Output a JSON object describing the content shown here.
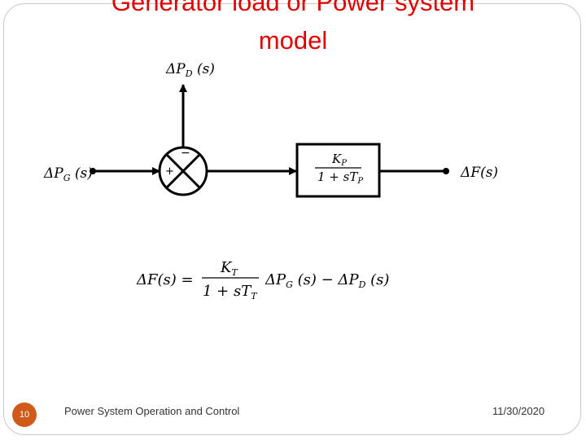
{
  "title": {
    "line1": "Generator load or Power system",
    "line2": "model"
  },
  "diagram": {
    "input_left": {
      "prefix": "ΔP",
      "sub": "G",
      "suffix": " (s)"
    },
    "input_top": {
      "prefix": "ΔP",
      "sub": "D",
      "suffix": " (s)"
    },
    "minus_sign": "−",
    "plus_sign": "+",
    "block": {
      "numerator_K": "K",
      "numerator_sub": "P",
      "denominator": "1 + sT",
      "denominator_sub": "P"
    },
    "output": "ΔF(s)"
  },
  "equation": {
    "lhs": "ΔF(s) =",
    "num_K": "K",
    "num_sub": "T",
    "den": "1 + sT",
    "den_sub": "T",
    "term1": "ΔP",
    "term1_sub": "G",
    "term1_suffix": " (s) − ΔP",
    "term2_sub": "D",
    "term2_suffix": " (s)"
  },
  "footer": {
    "slide_number": "10",
    "course": "Power System Operation and Control",
    "date": "11/30/2020"
  },
  "colors": {
    "title": "#e00000",
    "badge": "#cf5a1a",
    "line": "#000000"
  }
}
